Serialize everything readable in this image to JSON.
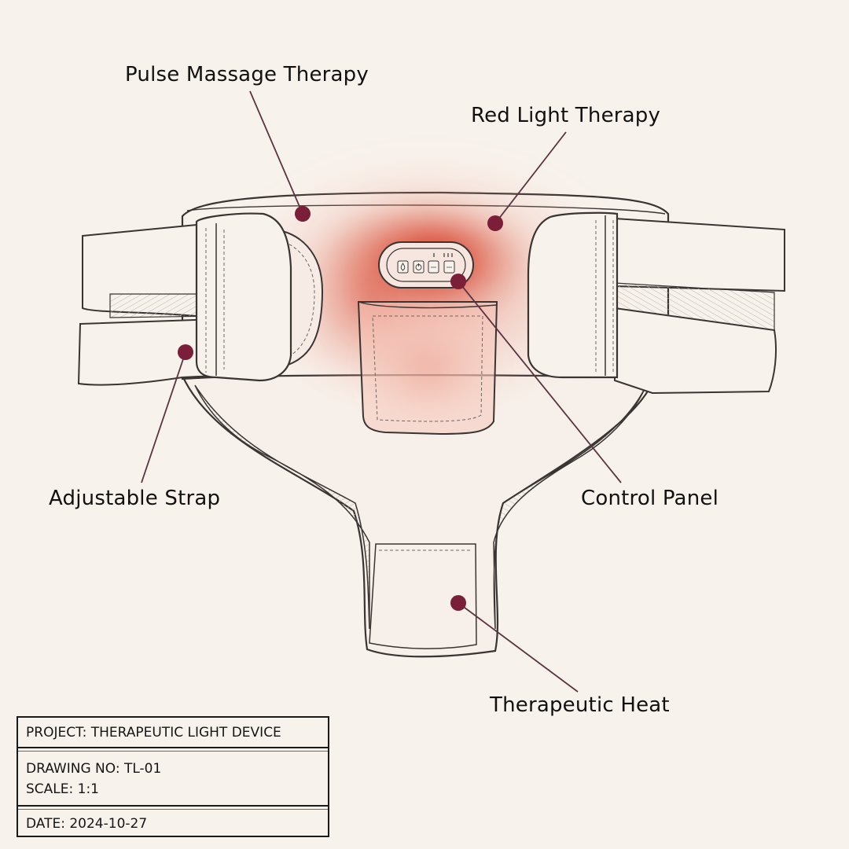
{
  "labels": {
    "pulse_massage": "Pulse Massage Therapy",
    "red_light": "Red Light Therapy",
    "adjustable_strap": "Adjustable Strap",
    "control_panel": "Control Panel",
    "therapeutic_heat": "Therapeutic Heat"
  },
  "control_panel_buttons": [
    "drop-icon",
    "power-icon",
    "vibration-icon",
    "heat-icon"
  ],
  "title_block": {
    "project": "PROJECT: THERAPEUTIC LIGHT DEVICE",
    "drawing_no": "DRAWING NO: TL-01",
    "scale": "SCALE: 1:1",
    "date": "DATE: 2024-10-27"
  },
  "colors": {
    "background": "#f8f2ec",
    "callout_dot": "#7a1e3a",
    "red_glow": "#d8402a",
    "outline": "#3a3533"
  }
}
